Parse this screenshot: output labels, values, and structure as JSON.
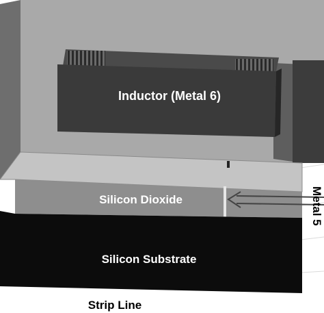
{
  "labels": {
    "inductor": "Inductor (Metal 6)",
    "silicon_dioxide": "Silicon Dioxide",
    "silicon_substrate": "Silicon Substrate",
    "strip_line": "Strip Line",
    "metal5": "Metal 5"
  },
  "colors": {
    "background": "#ffffff",
    "upper_plane": "#a9a9a9",
    "left_wall": "#6e6e6e",
    "inductor_body": "#3a3a3a",
    "metal5_plate": "#c4c4c4",
    "dioxide": "#8e8e8e",
    "substrate": "#0c0c0c",
    "label_light": "#ffffff",
    "label_dark": "#000000"
  }
}
